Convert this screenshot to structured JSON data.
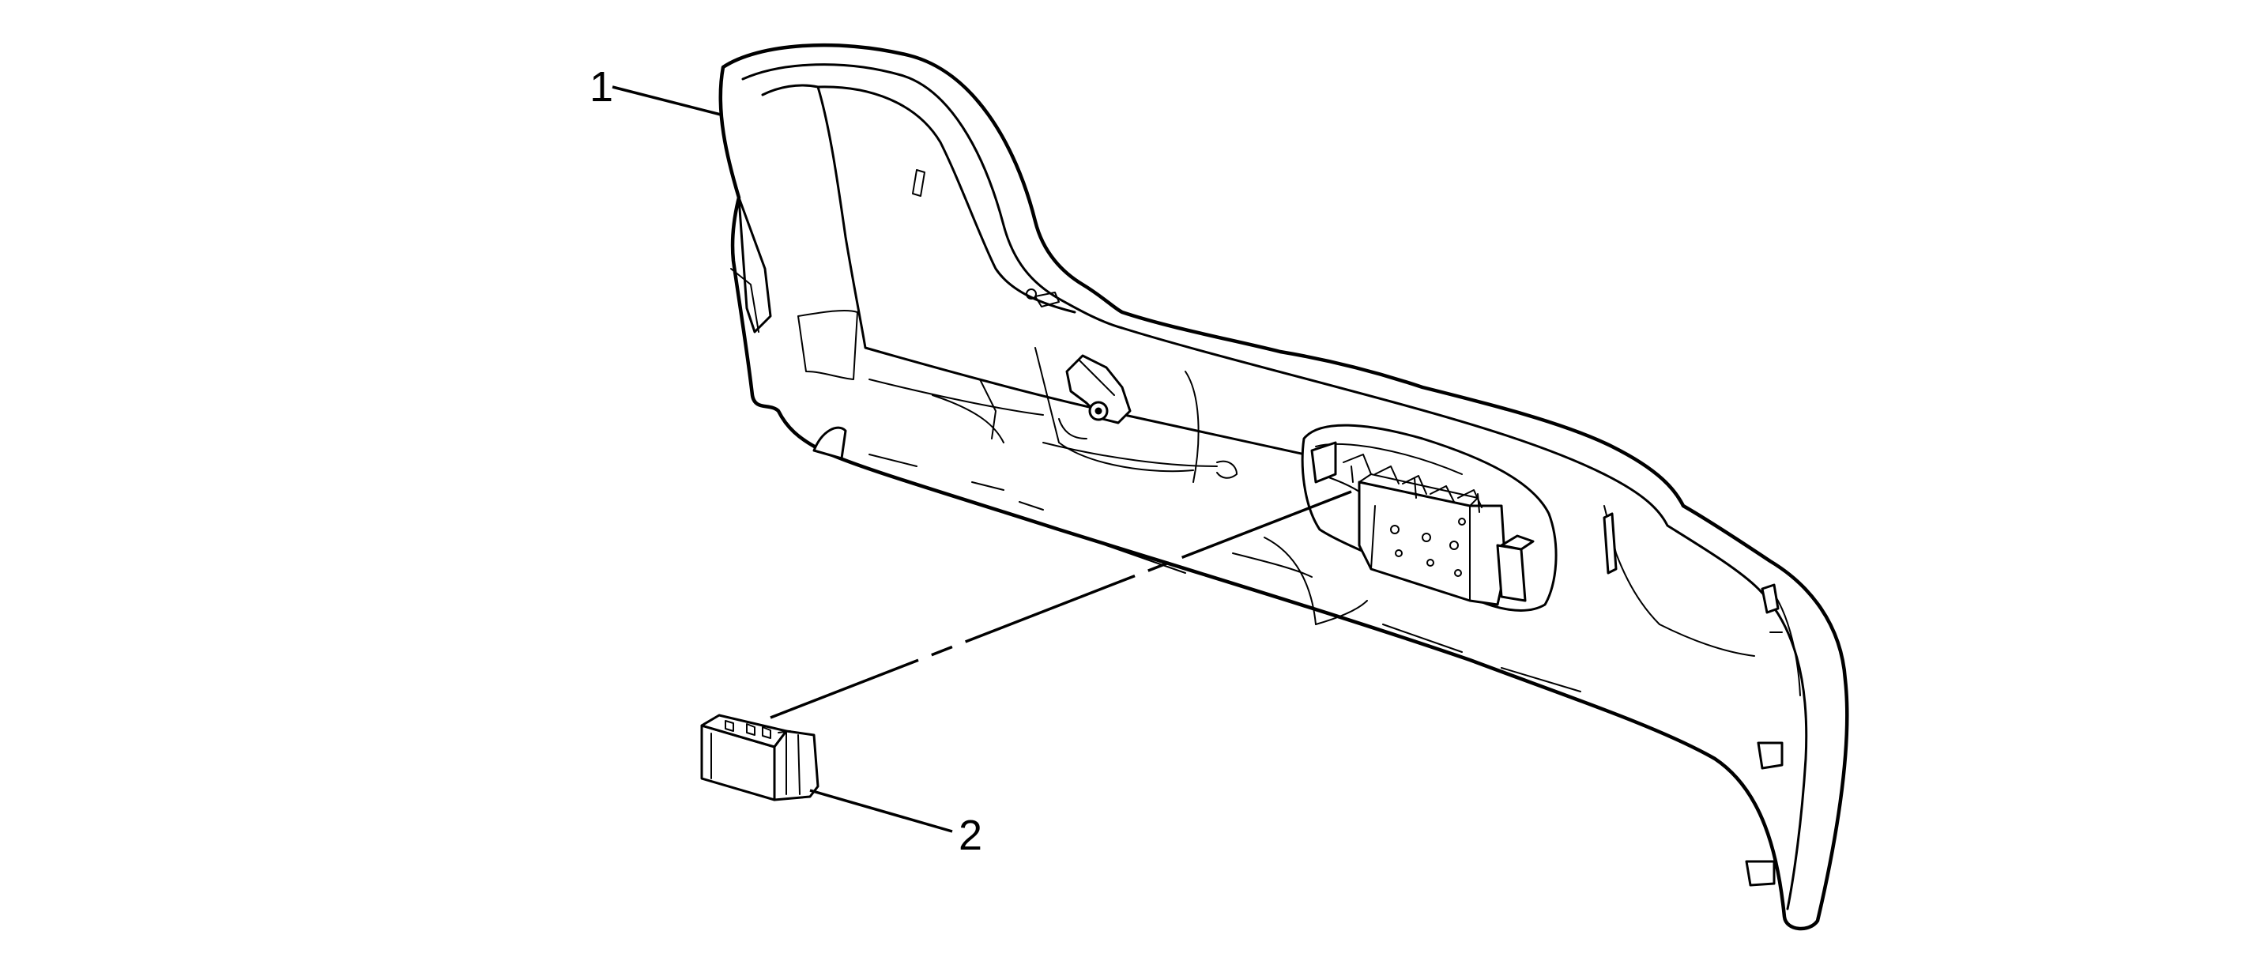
{
  "diagram": {
    "callouts": [
      {
        "id": "1",
        "label": "1",
        "target": "seat-back-panel"
      },
      {
        "id": "2",
        "label": "2",
        "target": "switch-module"
      }
    ],
    "colors": {
      "line": "#000000",
      "background": "#ffffff"
    }
  }
}
